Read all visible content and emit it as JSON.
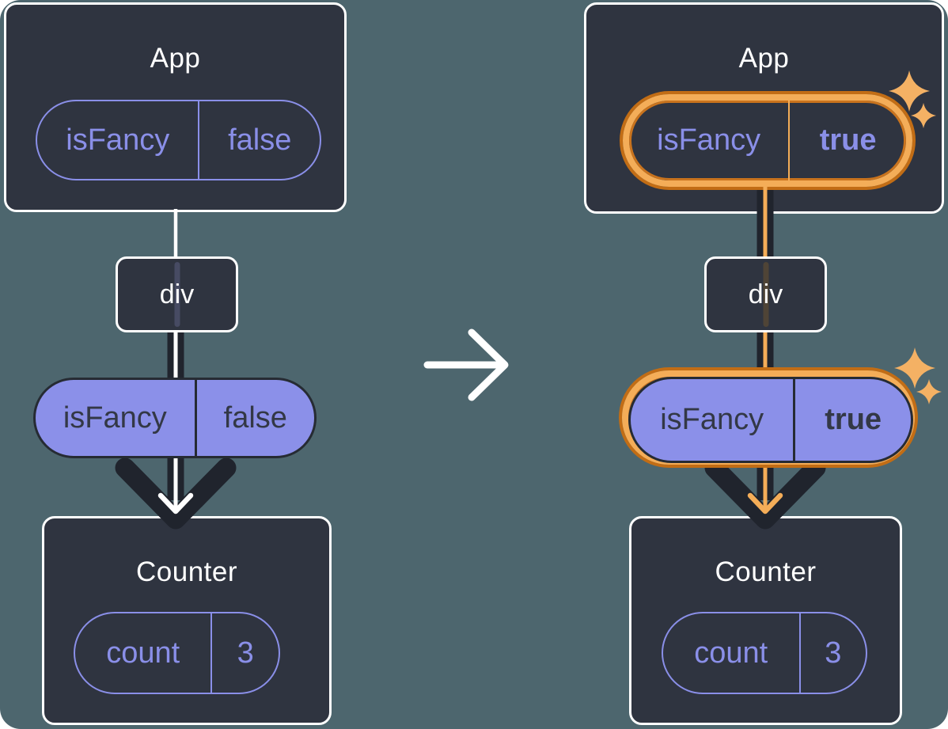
{
  "diagram_before": {
    "app": {
      "title": "App",
      "prop_name": "isFancy",
      "prop_value": "false"
    },
    "div_node": {
      "label": "div"
    },
    "passed_prop": {
      "name": "isFancy",
      "value": "false"
    },
    "counter": {
      "title": "Counter",
      "state_name": "count",
      "state_value": "3"
    }
  },
  "diagram_after": {
    "app": {
      "title": "App",
      "prop_name": "isFancy",
      "prop_value": "true"
    },
    "div_node": {
      "label": "div"
    },
    "passed_prop": {
      "name": "isFancy",
      "value": "true"
    },
    "counter": {
      "title": "Counter",
      "state_name": "count",
      "state_value": "3"
    }
  },
  "colors": {
    "background": "#4d666e",
    "card": "#2f3440",
    "card_border": "#ffffff",
    "purple": "#8a8fe8",
    "purple_fill": "#8b90e9",
    "ink": "#20242d",
    "highlight_orange": "#c26d15",
    "highlight_orange_light": "#f4ad58",
    "sparkle": "#f4b164"
  }
}
